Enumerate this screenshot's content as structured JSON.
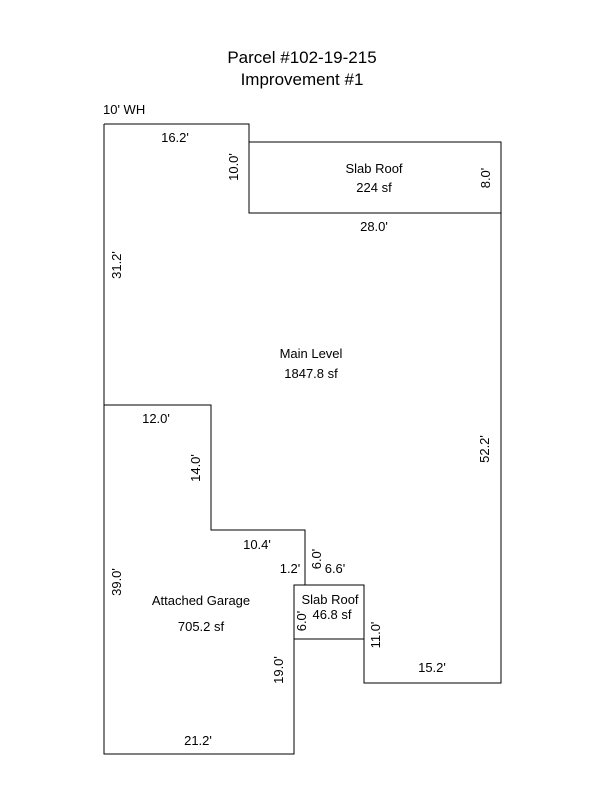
{
  "title": {
    "line1": "Parcel #102-19-215",
    "line2": "Improvement #1"
  },
  "note": "10' WH",
  "areas": {
    "main": {
      "name": "Main Level",
      "size": "1847.8 sf"
    },
    "slab_top": {
      "name": "Slab Roof",
      "size": "224 sf"
    },
    "garage": {
      "name": "Attached Garage",
      "size": "705.2 sf"
    },
    "slab_small": {
      "name": "Slab Roof",
      "size": "46.8 sf"
    }
  },
  "dimensions": {
    "top_left_width": "16.2'",
    "notch_height": "10.0'",
    "slab_height": "8.0'",
    "slab_width": "28.0'",
    "left_upper": "31.2'",
    "right_side": "52.2'",
    "garage_top": "12.0'",
    "garage_step_height": "14.0'",
    "garage_mid": "10.4'",
    "left_lower": "39.0'",
    "small_offset": "1.2'",
    "small_upper_height": "6.0'",
    "small_width": "6.6'",
    "small_lower_height": "6.0'",
    "right_step_height": "11.0'",
    "garage_right_height": "19.0'",
    "bottom_right_width": "15.2'",
    "garage_bottom": "21.2'"
  }
}
